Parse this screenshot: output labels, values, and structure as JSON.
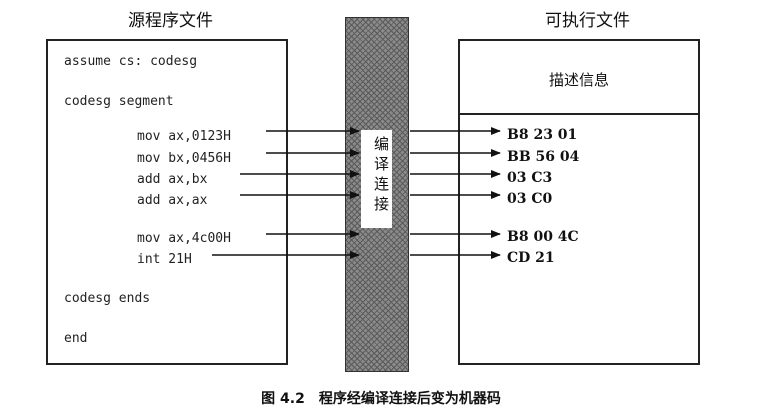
{
  "titles": {
    "source": "源程序文件",
    "executable": "可执行文件"
  },
  "exe_header": "描述信息",
  "band_label": "编译连接",
  "source_lines": {
    "assume": "assume cs: codesg",
    "segment": "codesg segment",
    "ends": "codesg ends",
    "end": "end"
  },
  "instructions": [
    {
      "asm": "mov ax,0123H",
      "machine": "B8 23 01"
    },
    {
      "asm": "mov bx,0456H",
      "machine": "BB 56 04"
    },
    {
      "asm": "add ax,bx",
      "machine": "03 C3"
    },
    {
      "asm": "add ax,ax",
      "machine": "03 C0"
    },
    {
      "asm": "mov ax,4c00H",
      "machine": "B8 00 4C"
    },
    {
      "asm": "int 21H",
      "machine": "CD 21"
    }
  ],
  "caption": "图 4.2　程序经编译连接后变为机器码",
  "colors": {
    "line": "#111111",
    "band": "#8a8a8a"
  }
}
